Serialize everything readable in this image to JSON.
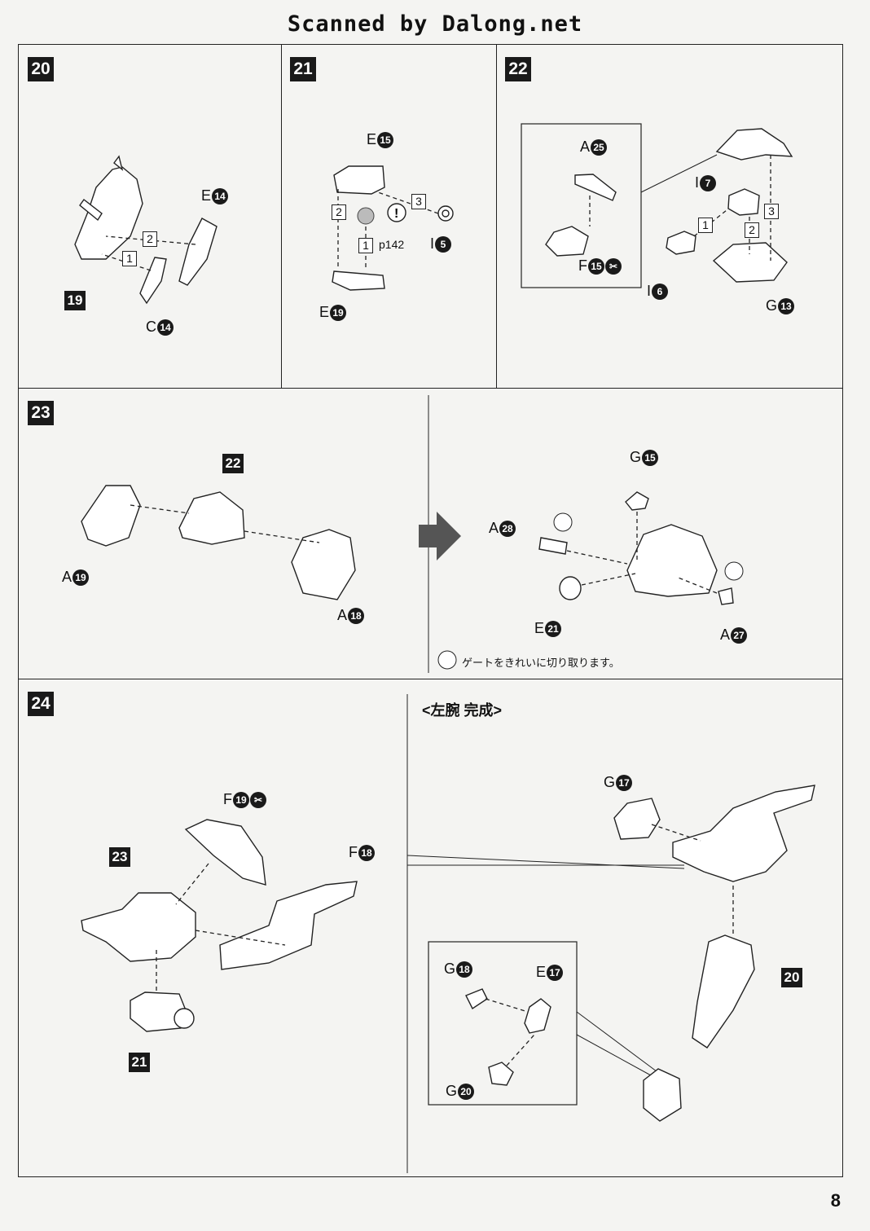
{
  "header": "Scanned by Dalong.net",
  "page_number": "8",
  "steps": {
    "s20": {
      "number": "20",
      "parts": {
        "e14": "E",
        "e14n": "14",
        "c14": "C",
        "c14n": "14"
      },
      "ref": "19",
      "orders": [
        "1",
        "2"
      ]
    },
    "s21": {
      "number": "21",
      "parts": {
        "e15": "E",
        "e15n": "15",
        "i5": "I",
        "i5n": "5",
        "e19": "E",
        "e19n": "19"
      },
      "page_ref": "p142",
      "orders": [
        "1",
        "2",
        "3"
      ]
    },
    "s22": {
      "number": "22",
      "parts": {
        "a25": "A",
        "a25n": "25",
        "f15": "F",
        "f15n": "15",
        "i7": "I",
        "i7n": "7",
        "i6": "I",
        "i6n": "6",
        "g13": "G",
        "g13n": "13"
      },
      "orders": [
        "1",
        "2",
        "3"
      ]
    },
    "s23": {
      "number": "23",
      "ref": "22",
      "parts": {
        "a19": "A",
        "a19n": "19",
        "a18": "A",
        "a18n": "18",
        "g15": "G",
        "g15n": "15",
        "a28": "A",
        "a28n": "28",
        "e21": "E",
        "e21n": "21",
        "a27": "A",
        "a27n": "27"
      },
      "note": "ゲートをきれいに切り取ります。"
    },
    "s24": {
      "number": "24",
      "refs": {
        "r23": "23",
        "r21": "21",
        "r20": "20"
      },
      "parts": {
        "f19": "F",
        "f19n": "19",
        "f18": "F",
        "f18n": "18",
        "g17": "G",
        "g17n": "17",
        "g18": "G",
        "g18n": "18",
        "e17": "E",
        "e17n": "17",
        "g20": "G",
        "g20n": "20"
      },
      "complete_title": "<左腕 完成>"
    }
  }
}
